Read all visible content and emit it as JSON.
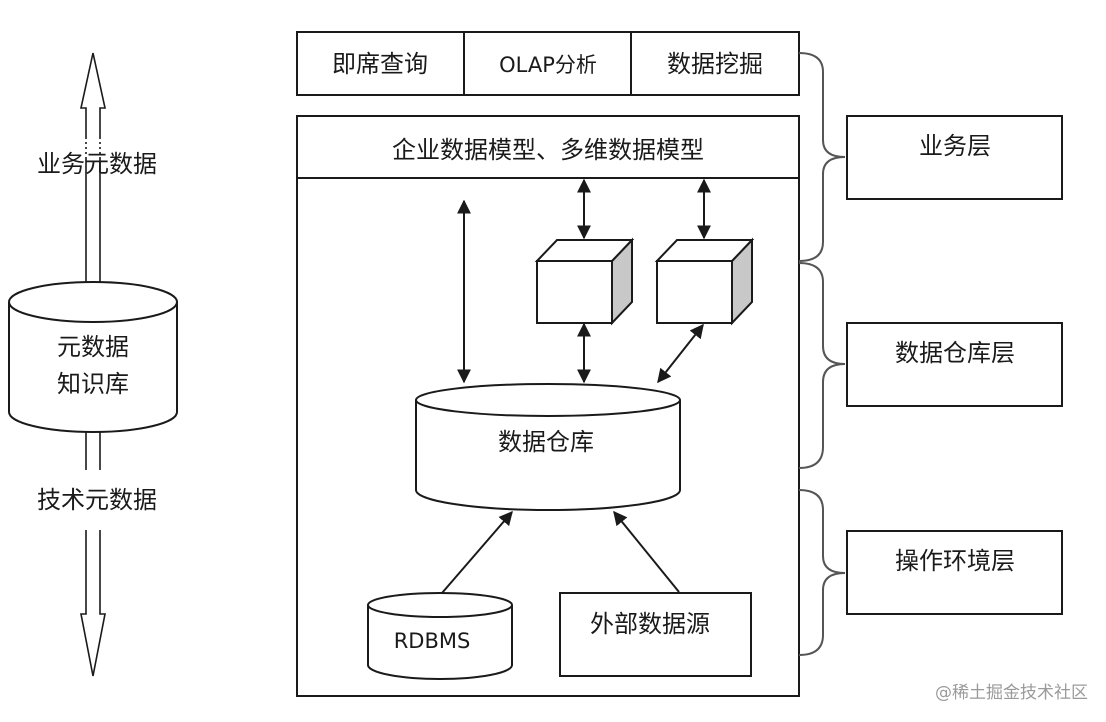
{
  "metadata_axis": {
    "business_metadata_label": "业务元数据",
    "technical_metadata_label": "技术元数据",
    "knowledge_base_line1": "元数据",
    "knowledge_base_line2": "知识库"
  },
  "tools_row": {
    "items": [
      "即席查询",
      "OLAP分析",
      "数据挖掘"
    ]
  },
  "warehouse_panel": {
    "model_header": "企业数据模型、多维数据模型",
    "warehouse_label": "数据仓库",
    "rdbms_label": "RDBMS",
    "external_source_label": "外部数据源"
  },
  "layers": [
    {
      "label": "业务层"
    },
    {
      "label": "数据仓库层"
    },
    {
      "label": "操作环境层"
    }
  ],
  "colors": {
    "line": "#1a1a1a",
    "cube_side": "#c8c8c8",
    "brace": "#555555",
    "watermark": "#9a9a9a"
  },
  "watermark": "@稀土掘金技术社区"
}
